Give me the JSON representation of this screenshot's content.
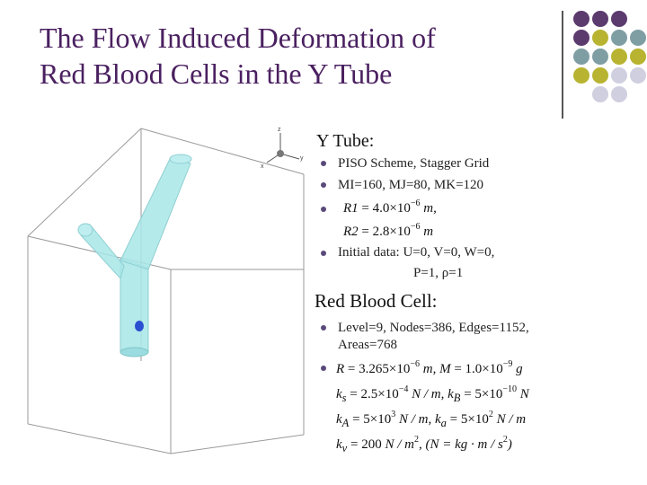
{
  "title": {
    "line1": "The Flow Induced Deformation of",
    "line2": "Red Blood Cells in the Y Tube"
  },
  "axis_labels": {
    "z": "z",
    "x": "x",
    "y": "y"
  },
  "y_tube": {
    "heading": "Y Tube:",
    "bullets": [
      "PISO Scheme, Stagger Grid",
      "MI=160, MJ=80, MK=120"
    ],
    "r1": {
      "lhs": "R1",
      "eq": " = 4.0×10",
      "exp": "−6",
      "unit": " m,"
    },
    "r2": {
      "lhs": "R2",
      "eq": " = 2.8×10",
      "exp": "−6",
      "unit": " m"
    },
    "initial_line1": "Initial data: U=0, V=0, W=0,",
    "initial_line2": "P=1, ρ=1"
  },
  "rbc": {
    "heading": "Red Blood Cell:",
    "bullet1_line1": "Level=9, Nodes=386, Edges=1152,",
    "bullet1_line2": "Areas=768",
    "eq1": {
      "a": "R",
      "b": " = 3.265×10",
      "bexp": "−6",
      "c": " m,   ",
      "d": "M",
      "e": " = 1.0×10",
      "eexp": "−9",
      "f": " g"
    },
    "eq2": {
      "a": "k",
      "asub": "s",
      "b": " = 2.5×10",
      "bexp": "−4",
      "c": " N / m,  ",
      "d": "k",
      "dsub": "B",
      "e": " = 5×10",
      "eexp": "−10",
      "f": " N"
    },
    "eq3": {
      "a": "k",
      "asub": "A",
      "b": " = 5×10",
      "bexp": "3",
      "c": " N / m,  ",
      "d": "k",
      "dsub": "a",
      "e": " = 5×10",
      "eexp": "2",
      "f": " N / m"
    },
    "eq4": {
      "a": "k",
      "asub": "v",
      "b": " = 200  ",
      "c": "N / m",
      "cexp": "2",
      "d": ",  (N = kg · m / s",
      "dexp": "2",
      "e": ")"
    }
  },
  "colors": {
    "title": "#4a2060",
    "purple_dot": "#5b3a6e",
    "teal_dot": "#7f9ea4",
    "olive_dot": "#b8b431",
    "grey_dot": "#cfcfe0",
    "tube": "#a8e6e8",
    "cell": "#2a4fd0"
  }
}
